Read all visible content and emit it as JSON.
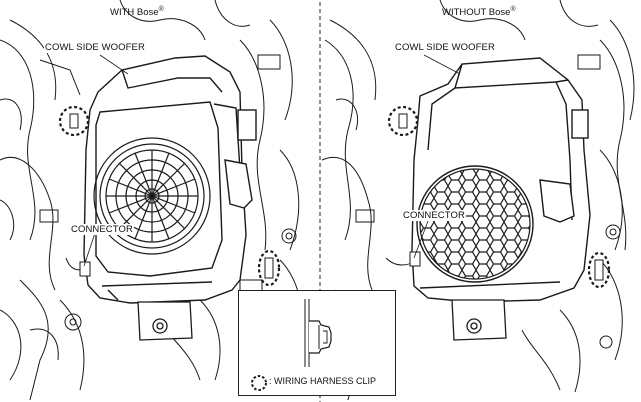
{
  "left_panel": {
    "header": "WITH Bose",
    "header_mark": "®",
    "woofer_label": "COWL SIDE WOOFER",
    "connector_label": "CONNECTOR"
  },
  "right_panel": {
    "header": "WITHOUT Bose",
    "header_mark": "®",
    "woofer_label": "COWL SIDE WOOFER",
    "connector_label": "CONNECTOR"
  },
  "legend": {
    "text": ": WIRING HARNESS CLIP"
  },
  "colors": {
    "line": "#1a1a1a",
    "background": "#ffffff"
  }
}
